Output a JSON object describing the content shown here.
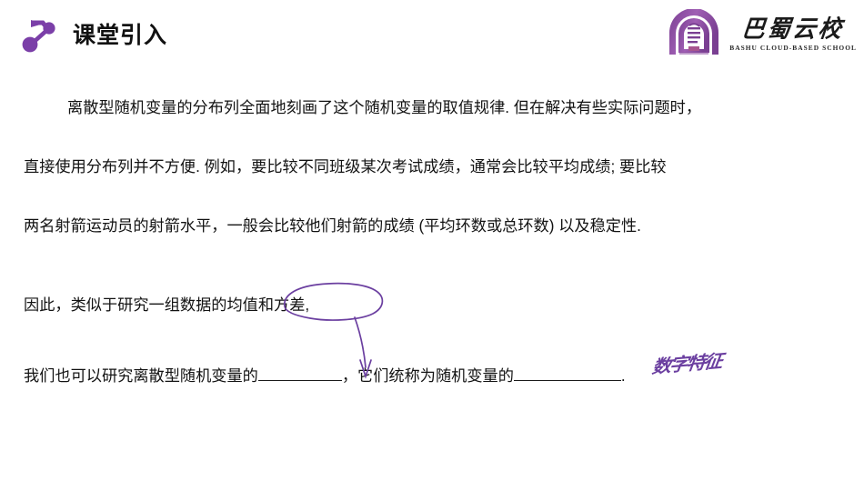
{
  "header": {
    "title": "课堂引入",
    "title_icon": "node-graph-icon",
    "accent_color": "#7b3fa8"
  },
  "brand": {
    "seal_icon": "bashu-seal-icon",
    "name_cn": "巴蜀云校",
    "name_en": "BASHU CLOUD-BASED SCHOOL",
    "seal_color": "#8a4a9e"
  },
  "content": {
    "lines": [
      "离散型随机变量的分布列全面地刻画了这个随机变量的取值规律. 但在解决有些实际问题时，",
      "直接使用分布列并不方便. 例如，要比较不同班级某次考试成绩，通常会比较平均成绩; 要比较",
      "两名射箭运动员的射箭水平，一般会比较他们射箭的成绩 (平均环数或总环数) 以及稳定性.",
      "因此，类似于研究一组数据的均值和方差,"
    ],
    "line4_circled_text": "均值和方差",
    "line4_prefix": "因此，类似于研究一组数据的",
    "line4_suffix": ",",
    "line5": {
      "prefix": "我们也可以研究离散型随机变量的",
      "blank1": "",
      "middle": "，它们统称为随机变量的",
      "blank2": "",
      "suffix": "."
    }
  },
  "annotations": {
    "ink_color": "#6b3fa0",
    "ellipse_target": "均值和方差",
    "arrow_points_to": "blank1",
    "handwritten_answer": "数字特征"
  }
}
